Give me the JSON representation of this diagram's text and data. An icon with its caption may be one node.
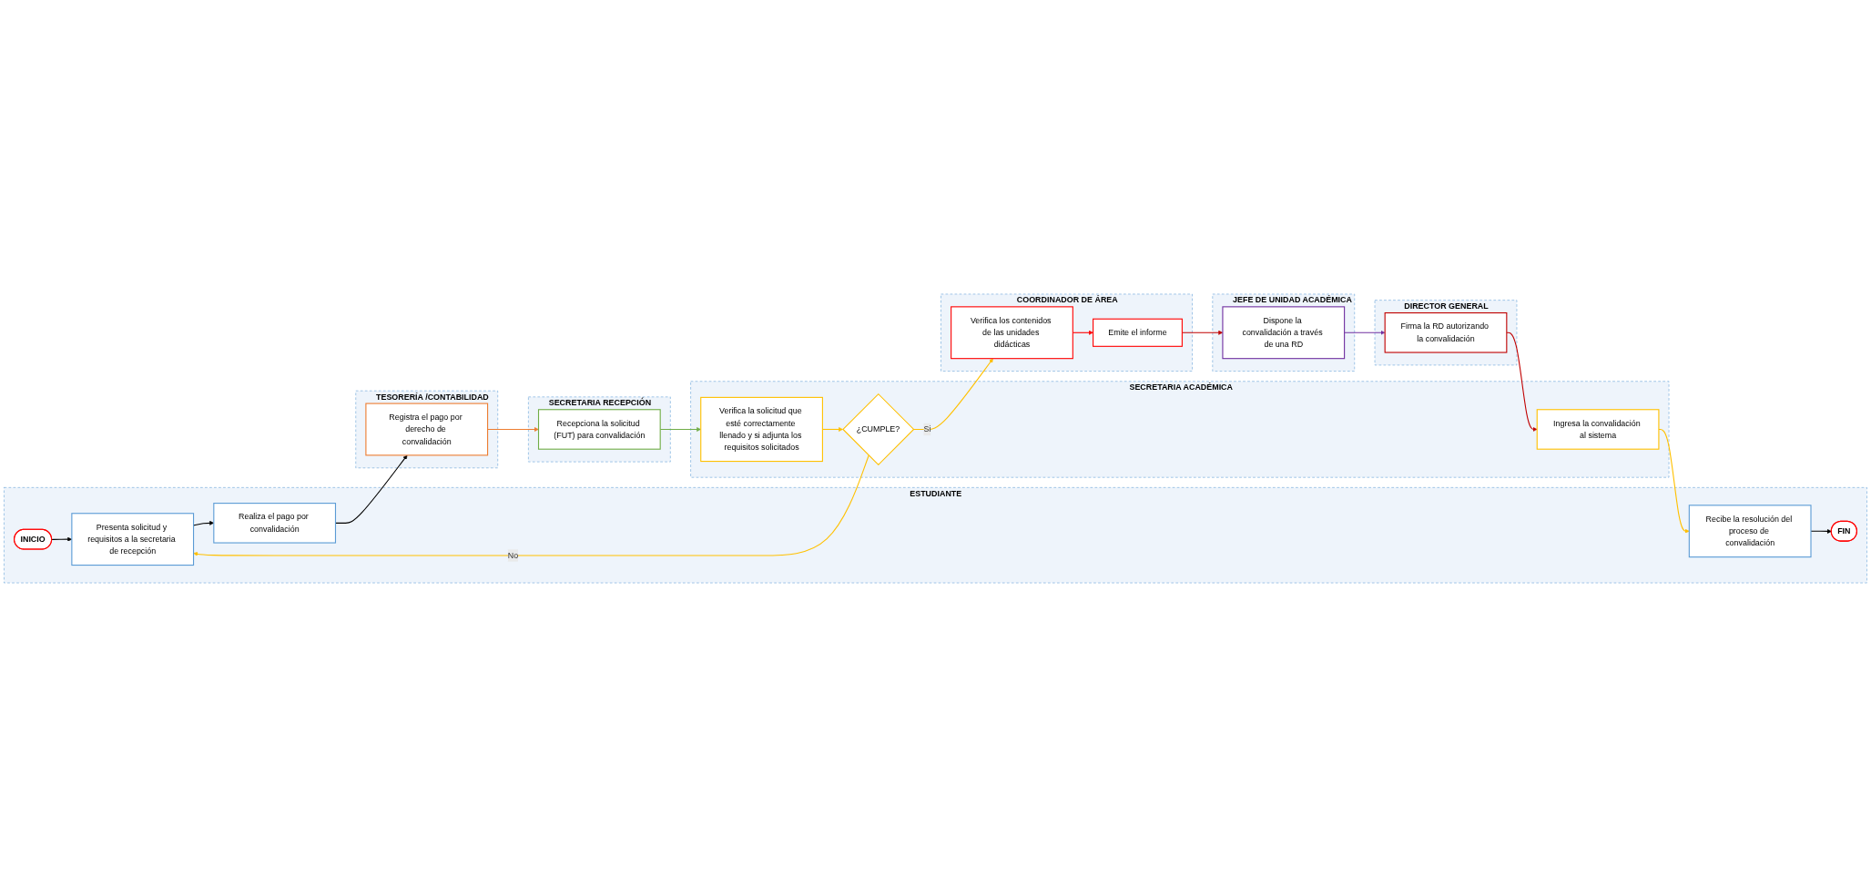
{
  "diagram": {
    "nodes": [
      {
        "text": [
          "ESTUDIANTE"
        ]
      },
      {
        "text": [
          "TESORERÍA /CONTABILIDAD"
        ]
      },
      {
        "text": [
          "SECRETARIA RECEPCIÓN"
        ]
      },
      {
        "text": [
          "SECRETARIA ACADÉMICA"
        ]
      },
      {
        "text": [
          "COORDINADOR DE ÁREA"
        ]
      },
      {
        "text": [
          "JEFE DE UNIDAD ACADÉMICA"
        ]
      },
      {
        "text": [
          "DIRECTOR GENERAL"
        ]
      },
      {
        "text": [
          "INICIO"
        ],
        "in": 0
      },
      {
        "text": [
          "Presenta solicitud y requisitos a la secretaria de recepción"
        ],
        "in": 0
      },
      {
        "text": [
          "Realiza el pago por convalidación"
        ],
        "in": 0
      },
      {
        "text": [
          "Registra el pago por derecho de convalidación"
        ],
        "in": 1
      },
      {
        "text": [
          "Recepciona la solicitud (FUT) para convalidación"
        ],
        "in": 2
      },
      {
        "text": [
          "Verifica la solicitud que esté correctamente llenado y si adjunta los requisitos solicitados"
        ],
        "in": 3
      },
      {
        "text": [
          "¿CUMPLE?"
        ],
        "in": 3
      },
      {
        "text": [
          "Verifica los contenidos de las unidades didácticas"
        ],
        "in": 4
      },
      {
        "text": [
          "Emite el informe"
        ],
        "in": 4
      },
      {
        "text": [
          "Dispone la convalidación a través de una RD"
        ],
        "in": 5
      },
      {
        "text": [
          "Firma la RD autorizando la convalidación"
        ],
        "in": 6
      },
      {
        "text": [
          "Ingresa la convalidación al sistema"
        ],
        "in": 3
      },
      {
        "text": [
          "Recibe la resolución del proceso de convalidación"
        ],
        "in": 0
      },
      {
        "text": [
          "FIN"
        ],
        "in": 0
      }
    ],
    "edges": [
      {
        "from": 7,
        "to": 8,
        "arrow": "to"
      },
      {
        "from": 8,
        "to": 9,
        "arrow": "to"
      },
      {
        "from": 9,
        "to": 10,
        "arrow": "to"
      },
      {
        "from": 10,
        "to": 11,
        "arrow": "to",
        "color": "#ed7d31"
      },
      {
        "from": 11,
        "to": 12,
        "arrow": "to",
        "color": "#70ad47"
      },
      {
        "from": 12,
        "to": 13,
        "arrow": "to",
        "color": "#ffc000"
      },
      {
        "from": 13,
        "to": 14,
        "arrow": "to",
        "label": "Si",
        "color": "#ffc000"
      },
      {
        "from": 13,
        "to": 8,
        "arrow": "to",
        "label": "No",
        "color": "#ffc000"
      },
      {
        "from": 14,
        "to": 15,
        "arrow": "to",
        "color": "#ff0000"
      },
      {
        "from": 15,
        "to": 16,
        "arrow": "to",
        "color": "#c00000"
      },
      {
        "from": 16,
        "to": 17,
        "arrow": "to",
        "color": "#7030a0"
      },
      {
        "from": 17,
        "to": 18,
        "arrow": "to",
        "color": "#c00000"
      },
      {
        "from": 18,
        "to": 19,
        "arrow": "to",
        "color": "#ffc000"
      },
      {
        "from": 19,
        "to": 20,
        "arrow": "to"
      }
    ]
  }
}
